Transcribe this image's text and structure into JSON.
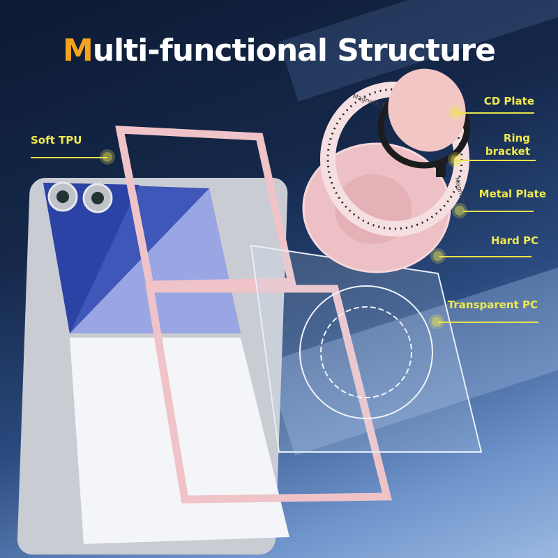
{
  "title": {
    "first_letter": "M",
    "rest": "ulti-functional Structure"
  },
  "labels": {
    "soft_tpu": "Soft TPU",
    "cd_plate": "CD Plate",
    "ring_bracket_line1": "Ring",
    "ring_bracket_line2": "bracket",
    "metal_plate": "Metal Plate",
    "hard_pc": "Hard PC",
    "transparent_pc": "Transparent PC"
  },
  "product_print": {
    "ring_text": "Magnetic Phone Case",
    "ring_text_2": "Magnetic"
  },
  "colors": {
    "accent_orange": "#f5a21f",
    "label_yellow": "#f0e94f",
    "case_pink": "#efc3c8",
    "background": "#15284a"
  }
}
